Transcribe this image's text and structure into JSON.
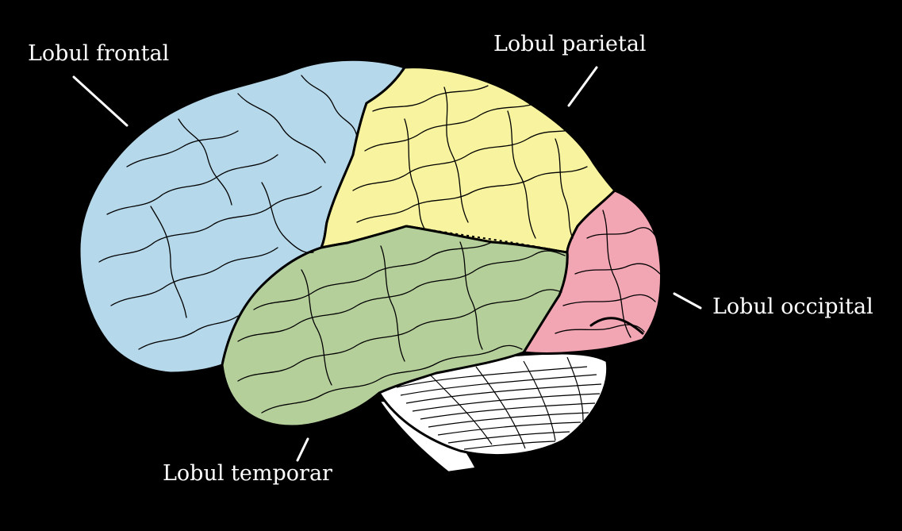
{
  "labels": {
    "frontal": "Lobul frontal",
    "parietal": "Lobul parietal",
    "occipital": "Lobul occipital",
    "temporal": "Lobul temporar"
  },
  "colors": {
    "background": "#000000",
    "frontal": "#b5d8ea",
    "parietal": "#f8f39e",
    "temporal": "#b5cf9b",
    "occipital": "#f2a5b2",
    "cerebellum": "#ffffff",
    "outline": "#000000",
    "label_text": "#ffffff"
  }
}
